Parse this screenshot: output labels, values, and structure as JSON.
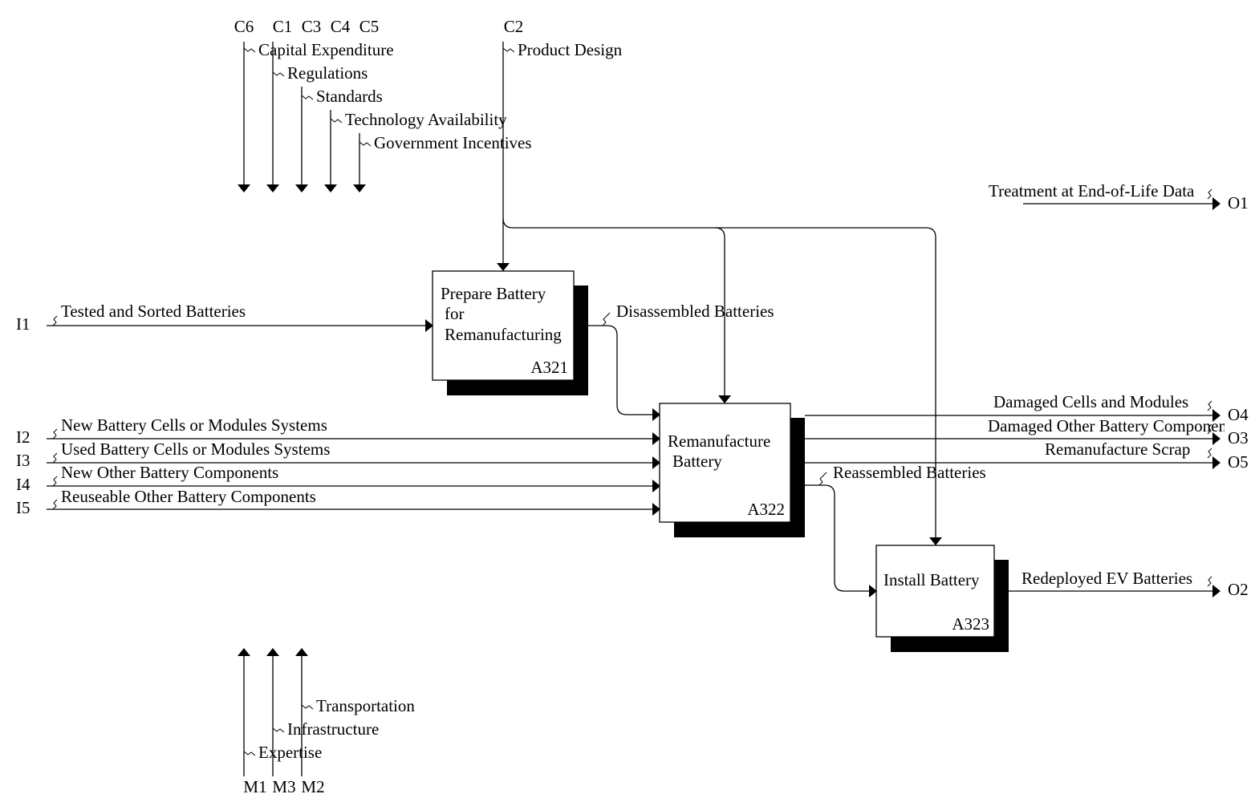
{
  "boxes": {
    "a321": {
      "lines": [
        "Prepare Battery",
        "for",
        "Remanufacturing"
      ],
      "node": "A321"
    },
    "a322": {
      "lines": [
        "Remanufacture",
        "Battery"
      ],
      "node": "A322"
    },
    "a323": {
      "lines": [
        "Install Battery"
      ],
      "node": "A323"
    }
  },
  "controls": {
    "C6": {
      "code": "C6",
      "label": "Capital Expenditure"
    },
    "C1": {
      "code": "C1",
      "label": "Regulations"
    },
    "C3": {
      "code": "C3",
      "label": "Standards"
    },
    "C4": {
      "code": "C4",
      "label": "Technology Availability"
    },
    "C5": {
      "code": "C5",
      "label": "Government Incentives"
    },
    "C2": {
      "code": "C2",
      "label": "Product Design"
    }
  },
  "inputs": {
    "I1": {
      "code": "I1",
      "label": "Tested and Sorted Batteries"
    },
    "I2": {
      "code": "I2",
      "label": "New Battery Cells or Modules Systems"
    },
    "I3": {
      "code": "I3",
      "label": "Used Battery Cells or Modules Systems"
    },
    "I4": {
      "code": "I4",
      "label": "New Other Battery Components"
    },
    "I5": {
      "code": "I5",
      "label": "Reuseable Other Battery Components"
    }
  },
  "outputs": {
    "O1": {
      "code": "O1",
      "label": "Treatment at End-of-Life Data"
    },
    "O4": {
      "code": "O4",
      "label": "Damaged Cells and Modules"
    },
    "O3": {
      "code": "O3",
      "label": "Damaged Other Battery Components"
    },
    "O5": {
      "code": "O5",
      "label": "Remanufacture Scrap"
    },
    "O2": {
      "code": "O2",
      "label": "Redeployed EV Batteries"
    }
  },
  "internal": {
    "disassembled": "Disassembled Batteries",
    "reassembled": "Reassembled Batteries"
  },
  "mechanisms": {
    "M1": {
      "code": "M1",
      "label": "Expertise"
    },
    "M3": {
      "code": "M3",
      "label": "Infrastructure"
    },
    "M2": {
      "code": "M2",
      "label": "Transportation"
    }
  }
}
